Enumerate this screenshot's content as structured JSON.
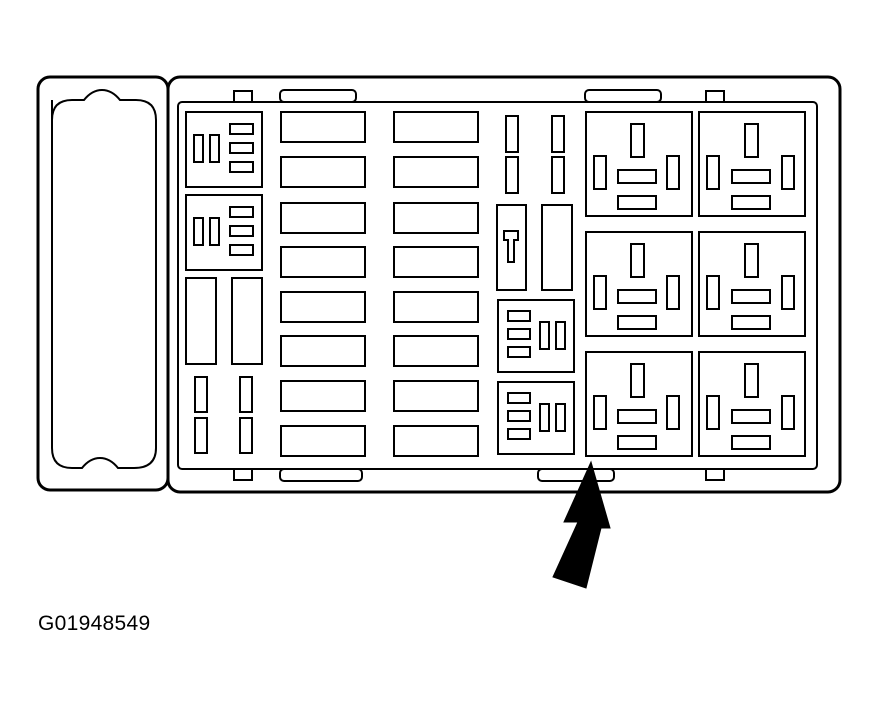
{
  "figure": {
    "id_label": "G01948549",
    "subject": "fuse-relay-box",
    "pointer": "arrow-indicating-lower-left-relay"
  },
  "colors": {
    "line": "#000000",
    "background": "#ffffff"
  }
}
